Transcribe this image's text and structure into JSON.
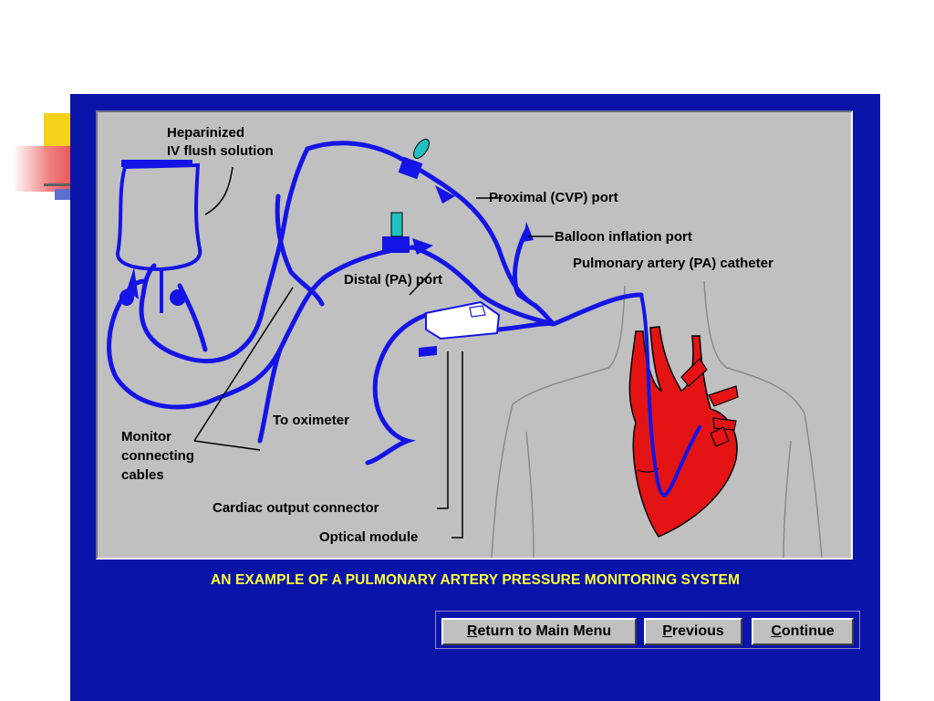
{
  "diagram": {
    "labels": {
      "heparinized": "Heparinized",
      "iv_flush": "IV flush solution",
      "proximal_port": "Proximal (CVP) port",
      "balloon_port": "Balloon inflation port",
      "pa_catheter": "Pulmonary artery (PA) catheter",
      "distal_port": "Distal (PA) port",
      "to_oximeter": "To oximeter",
      "monitor_1": "Monitor",
      "monitor_2": "connecting",
      "monitor_3": "cables",
      "cardiac_output": "Cardiac output connector",
      "optical_module": "Optical module"
    }
  },
  "caption": "AN EXAMPLE OF A PULMONARY ARTERY PRESSURE MONITORING SYSTEM",
  "buttons": {
    "return_mnemonic": "R",
    "return_rest": "eturn to Main Menu",
    "previous_mnemonic": "P",
    "previous_rest": "revious",
    "continue_mnemonic": "C",
    "continue_rest": "ontinue"
  },
  "colors": {
    "window_bg": "#0a14a8",
    "panel_bg": "#c0c0c0",
    "tubing": "#1414e6",
    "heart": "#e41414",
    "caption": "#ffff3c"
  }
}
